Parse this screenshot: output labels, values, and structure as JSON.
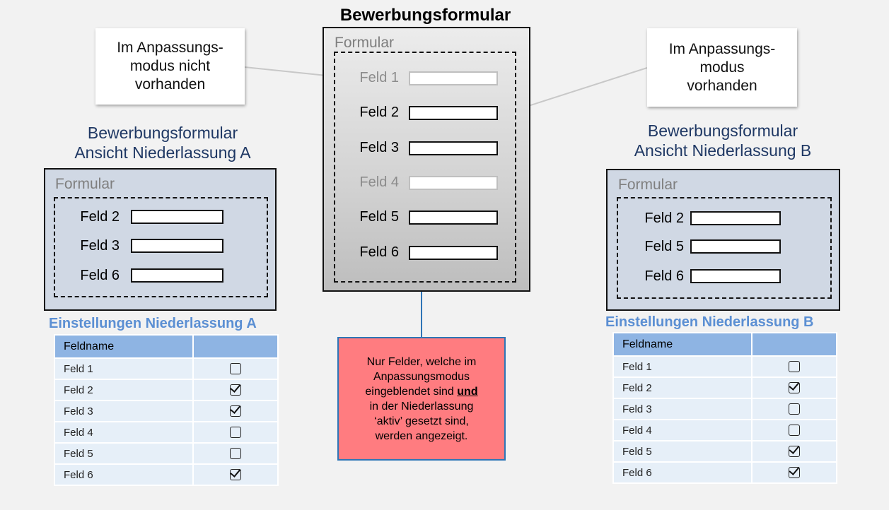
{
  "title": "Bewerbungsformular",
  "callout_left": {
    "line1": "Im Anpassungs-",
    "line2": "modus nicht",
    "line3": "vorhanden"
  },
  "callout_right": {
    "line1": "Im Anpassungs-",
    "line2": "modus",
    "line3": "vorhanden"
  },
  "center_form": {
    "label": "Formular",
    "fields": [
      {
        "label": "Feld 1",
        "available": false
      },
      {
        "label": "Feld 2",
        "available": true
      },
      {
        "label": "Feld 3",
        "available": true
      },
      {
        "label": "Feld 4",
        "available": false
      },
      {
        "label": "Feld 5",
        "available": true
      },
      {
        "label": "Feld 6",
        "available": true
      }
    ]
  },
  "view_a": {
    "title_line1": "Bewerbungsformular",
    "title_line2": "Ansicht Niederlassung A",
    "form_label": "Formular",
    "fields": [
      "Feld 2",
      "Feld 3",
      "Feld 6"
    ]
  },
  "view_b": {
    "title_line1": "Bewerbungsformular",
    "title_line2": "Ansicht Niederlassung B",
    "form_label": "Formular",
    "fields": [
      "Feld 2",
      "Feld 5",
      "Feld 6"
    ]
  },
  "settings_a": {
    "title": "Einstellungen Niederlassung A",
    "header": "Feldname",
    "rows": [
      {
        "name": "Feld 1",
        "active": false
      },
      {
        "name": "Feld 2",
        "active": true
      },
      {
        "name": "Feld 3",
        "active": true
      },
      {
        "name": "Feld 4",
        "active": false
      },
      {
        "name": "Feld 5",
        "active": false
      },
      {
        "name": "Feld 6",
        "active": true
      }
    ]
  },
  "settings_b": {
    "title": "Einstellungen Niederlassung B",
    "header": "Feldname",
    "rows": [
      {
        "name": "Feld 1",
        "active": false
      },
      {
        "name": "Feld 2",
        "active": true
      },
      {
        "name": "Feld 3",
        "active": false
      },
      {
        "name": "Feld 4",
        "active": false
      },
      {
        "name": "Feld 5",
        "active": true
      },
      {
        "name": "Feld 6",
        "active": true
      }
    ]
  },
  "note": {
    "line1": "Nur Felder, welche im",
    "line2": "Anpassungsmodus",
    "line3_pre": "eingeblendet sind ",
    "line3_bold": "und",
    "line4": "in der Niederlassung",
    "line5": "‘aktiv’ gesetzt sind,",
    "line6": "werden angezeigt."
  },
  "colors": {
    "note_bg": "#ff7c80",
    "settings_title": "#5b8fd3",
    "view_title": "#1f3864",
    "table_header": "#8eb4e3"
  }
}
